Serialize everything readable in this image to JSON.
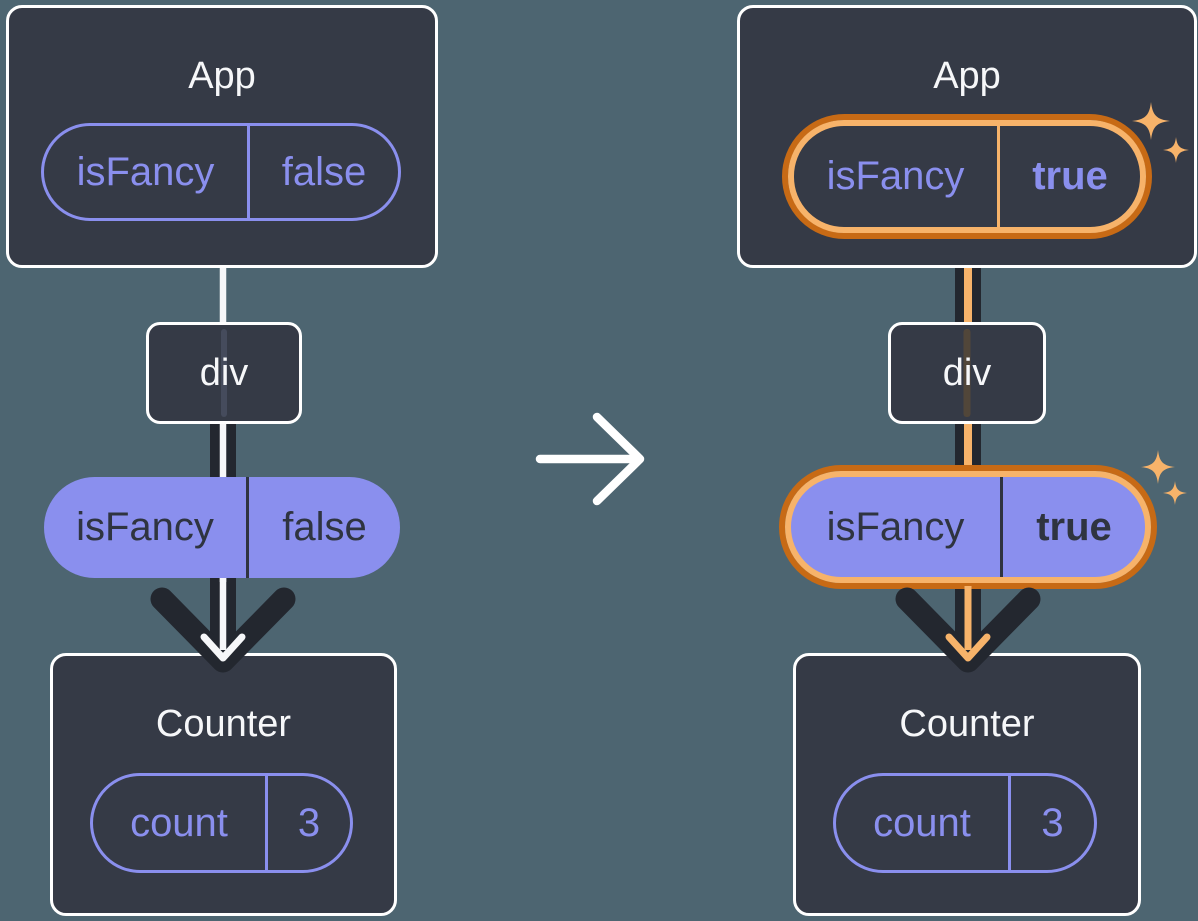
{
  "colors": {
    "background": "#4D6571",
    "card_fill": "#353A46",
    "card_border": "#FFFFFF",
    "purple": "#8A8FEE",
    "dark_text": "#2F3440",
    "dark_arrow": "#23272F",
    "orange_outer": "#C76A15",
    "orange_inner": "#F7B36A",
    "white_text": "#F6F7F9"
  },
  "icons": {
    "transition": "arrow-right-icon",
    "highlight": "sparkles-icon"
  },
  "before": {
    "app": {
      "title": "App",
      "state": {
        "name": "isFancy",
        "value": "false"
      }
    },
    "container": {
      "label": "div"
    },
    "prop": {
      "name": "isFancy",
      "value": "false"
    },
    "counter": {
      "title": "Counter",
      "state": {
        "name": "count",
        "value": "3"
      }
    }
  },
  "after": {
    "app": {
      "title": "App",
      "state": {
        "name": "isFancy",
        "value": "true"
      }
    },
    "container": {
      "label": "div"
    },
    "prop": {
      "name": "isFancy",
      "value": "true"
    },
    "counter": {
      "title": "Counter",
      "state": {
        "name": "count",
        "value": "3"
      }
    }
  }
}
